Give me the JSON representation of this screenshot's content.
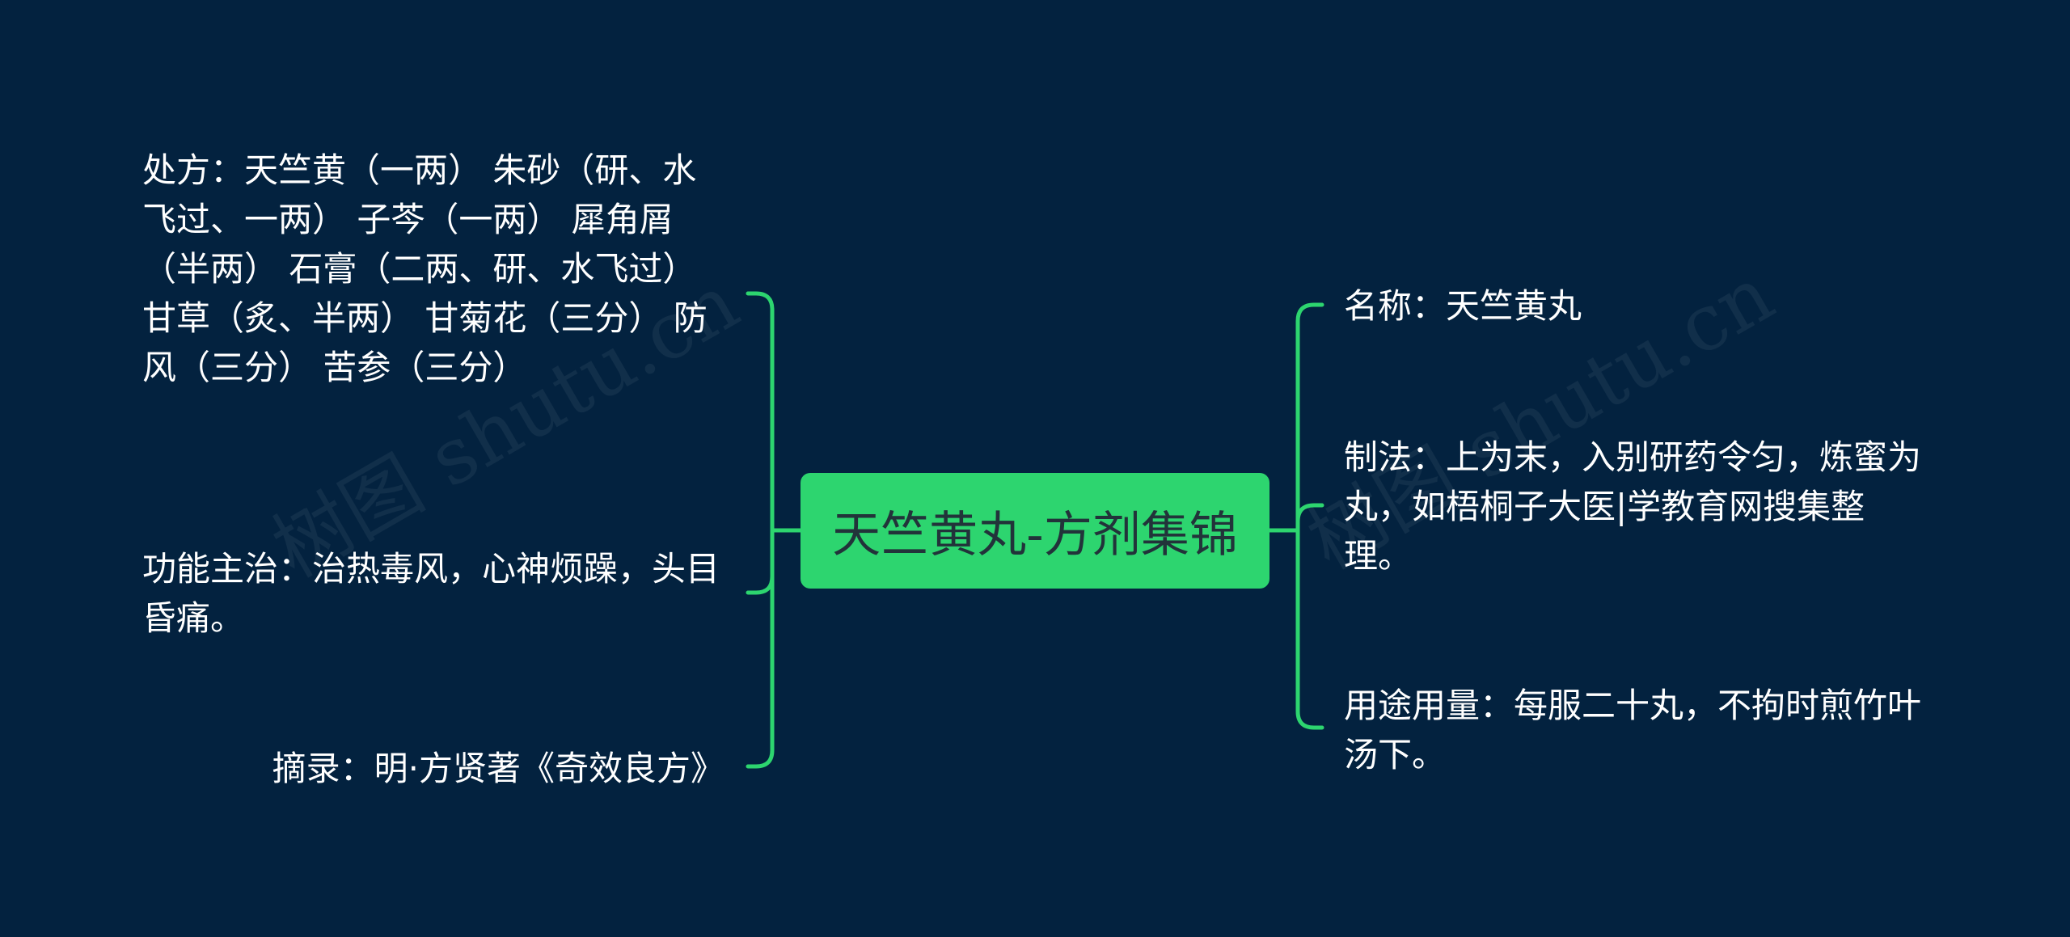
{
  "root": {
    "label": "天竺黄丸-方剂集锦"
  },
  "left_branches": [
    {
      "text": "处方：天竺黄（一两） 朱砂（研、水飞过、一两） 子芩（一两） 犀角屑（半两） 石膏（二两、研、水飞过） 甘草（炙、半两） 甘菊花（三分） 防风（三分） 苦参（三分）"
    },
    {
      "text": "功能主治：治热毒风，心神烦躁，头目昏痛。"
    },
    {
      "text": "摘录：明·方贤著《奇效良方》"
    }
  ],
  "right_branches": [
    {
      "text": "名称：天竺黄丸"
    },
    {
      "text": "制法：上为末，入别研药令匀，炼蜜为丸，如梧桐子大医|学教育网搜集整理。"
    },
    {
      "text": "用途用量：每服二十丸，不拘时煎竹叶汤下。"
    }
  ],
  "colors": {
    "background": "#03223f",
    "root_fill": "#2dd56f",
    "connector": "#2dd56f",
    "text": "#ffffff"
  }
}
